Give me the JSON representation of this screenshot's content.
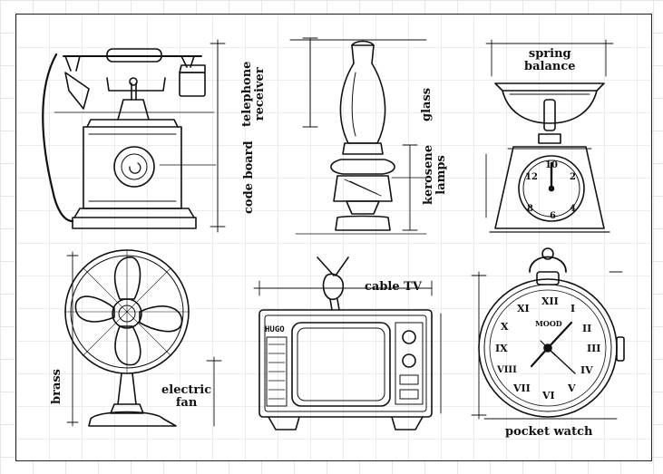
{
  "labels": {
    "telephone": [
      "telephone",
      "receiver"
    ],
    "code_board": "code board",
    "glass": "glass",
    "kerosene": [
      "kerosene",
      "lamps"
    ],
    "spring_balance": [
      "spring",
      "balance"
    ],
    "brass": "brass",
    "electric_fan": [
      "electric",
      "fan"
    ],
    "cable_tv": "cable TV",
    "pocket_watch": "pocket watch",
    "tv_brand": "HUGO",
    "watch_brand": "MOOD"
  },
  "scale_numbers": [
    "10",
    "12",
    "2",
    "4",
    "6",
    "8"
  ],
  "watch_numerals": [
    "XII",
    "I",
    "II",
    "III",
    "IV",
    "V",
    "VI",
    "VII",
    "VIII",
    "IX",
    "X",
    "XI"
  ],
  "colors": {
    "ink": "#111111",
    "grid": "#e6e6e6",
    "paper": "#ffffff"
  }
}
